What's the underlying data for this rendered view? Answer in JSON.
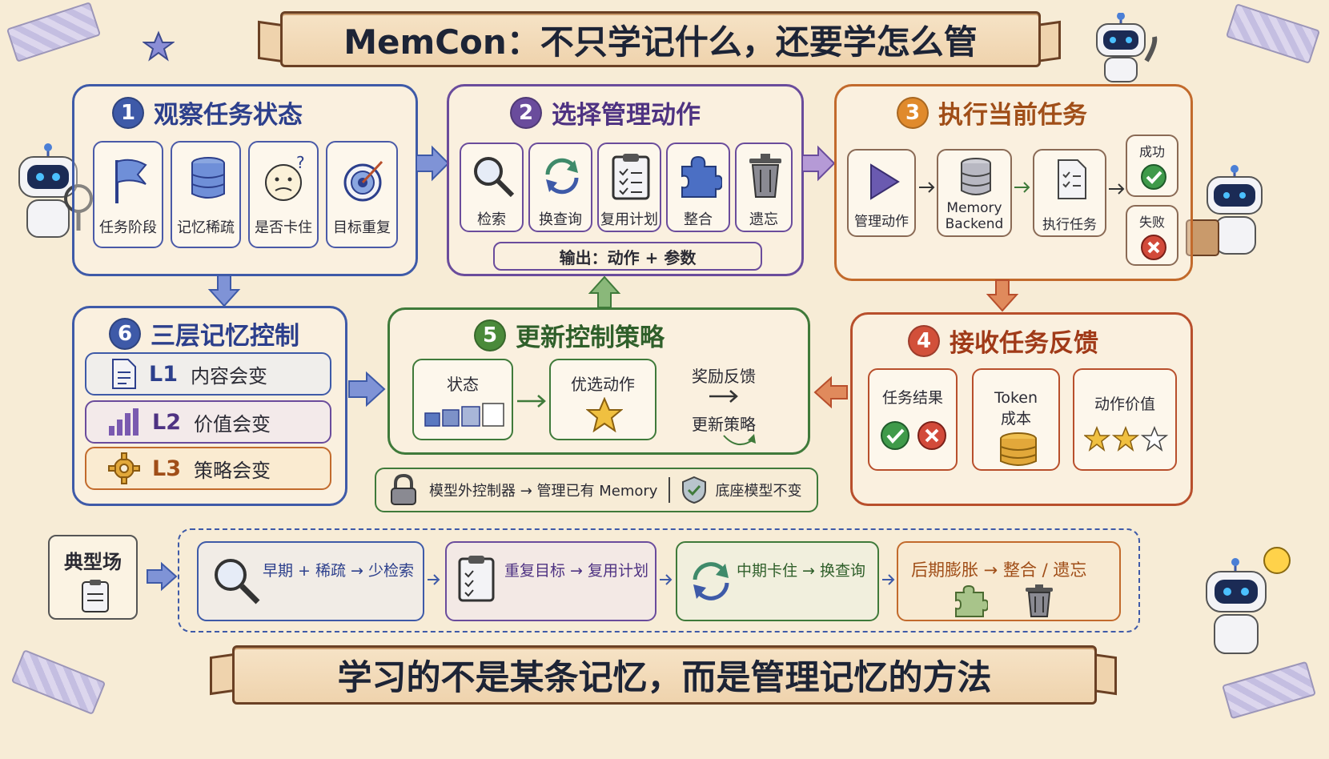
{
  "title": "MemCon：不只学记什么，还要学怎么管",
  "footer": "学习的不是某条记忆，而是管理记忆的方法",
  "colors": {
    "blue": "#3e5aa8",
    "purple": "#6a4c9c",
    "orange": "#c26a2c",
    "red": "#b84f2c",
    "green": "#3f7a3a",
    "bg": "#f7ecd6"
  },
  "step1": {
    "num": "1",
    "title": "观察任务状态",
    "items": [
      {
        "label": "任务阶段",
        "icon": "flag-icon"
      },
      {
        "label": "记忆稀疏",
        "icon": "database-icon"
      },
      {
        "label": "是否卡住",
        "icon": "confused-face-icon"
      },
      {
        "label": "目标重复",
        "icon": "target-icon"
      }
    ]
  },
  "step2": {
    "num": "2",
    "title": "选择管理动作",
    "items": [
      {
        "label": "检索",
        "icon": "search-icon"
      },
      {
        "label": "换查询",
        "icon": "refresh-icon"
      },
      {
        "label": "复用计划",
        "icon": "clipboard-icon"
      },
      {
        "label": "整合",
        "icon": "puzzle-icon"
      },
      {
        "label": "遗忘",
        "icon": "trash-icon"
      }
    ],
    "output": "输出：动作 + 参数"
  },
  "step3": {
    "num": "3",
    "title": "执行当前任务",
    "items": [
      {
        "label": "管理动作",
        "icon": "play-icon"
      },
      {
        "label": "Memory Backend",
        "icon": "database-icon"
      },
      {
        "label": "执行任务",
        "icon": "document-icon"
      }
    ],
    "success": "成功",
    "fail": "失败"
  },
  "step4": {
    "num": "4",
    "title": "接收任务反馈",
    "items": [
      {
        "label": "任务结果",
        "icon": "check-cross-icon"
      },
      {
        "label": "Token 成本",
        "icon": "coins-icon"
      },
      {
        "label": "动作价值",
        "icon": "stars-icon"
      }
    ]
  },
  "step5": {
    "num": "5",
    "title": "更新控制策略",
    "state": "状态",
    "preferred": "优选动作",
    "reward": "奖励反馈",
    "update": "更新策略",
    "note_left": "模型外控制器 → 管理已有 Memory",
    "note_right": "底座模型不变"
  },
  "step6": {
    "num": "6",
    "title": "三层记忆控制",
    "levels": [
      {
        "code": "L1",
        "desc": "内容会变",
        "icon": "document-icon"
      },
      {
        "code": "L2",
        "desc": "价值会变",
        "icon": "bar-chart-icon"
      },
      {
        "code": "L3",
        "desc": "策略会变",
        "icon": "gear-icon"
      }
    ]
  },
  "scenarios": {
    "label": "典型场",
    "items": [
      {
        "text": "早期 + 稀疏 → 少检索",
        "icon": "search-icon"
      },
      {
        "text": "重复目标 → 复用计划",
        "icon": "clipboard-icon"
      },
      {
        "text": "中期卡住 → 换查询",
        "icon": "refresh-icon"
      },
      {
        "text": "后期膨胀 → 整合 / 遗忘",
        "icon": "puzzle-trash-icon"
      }
    ]
  }
}
